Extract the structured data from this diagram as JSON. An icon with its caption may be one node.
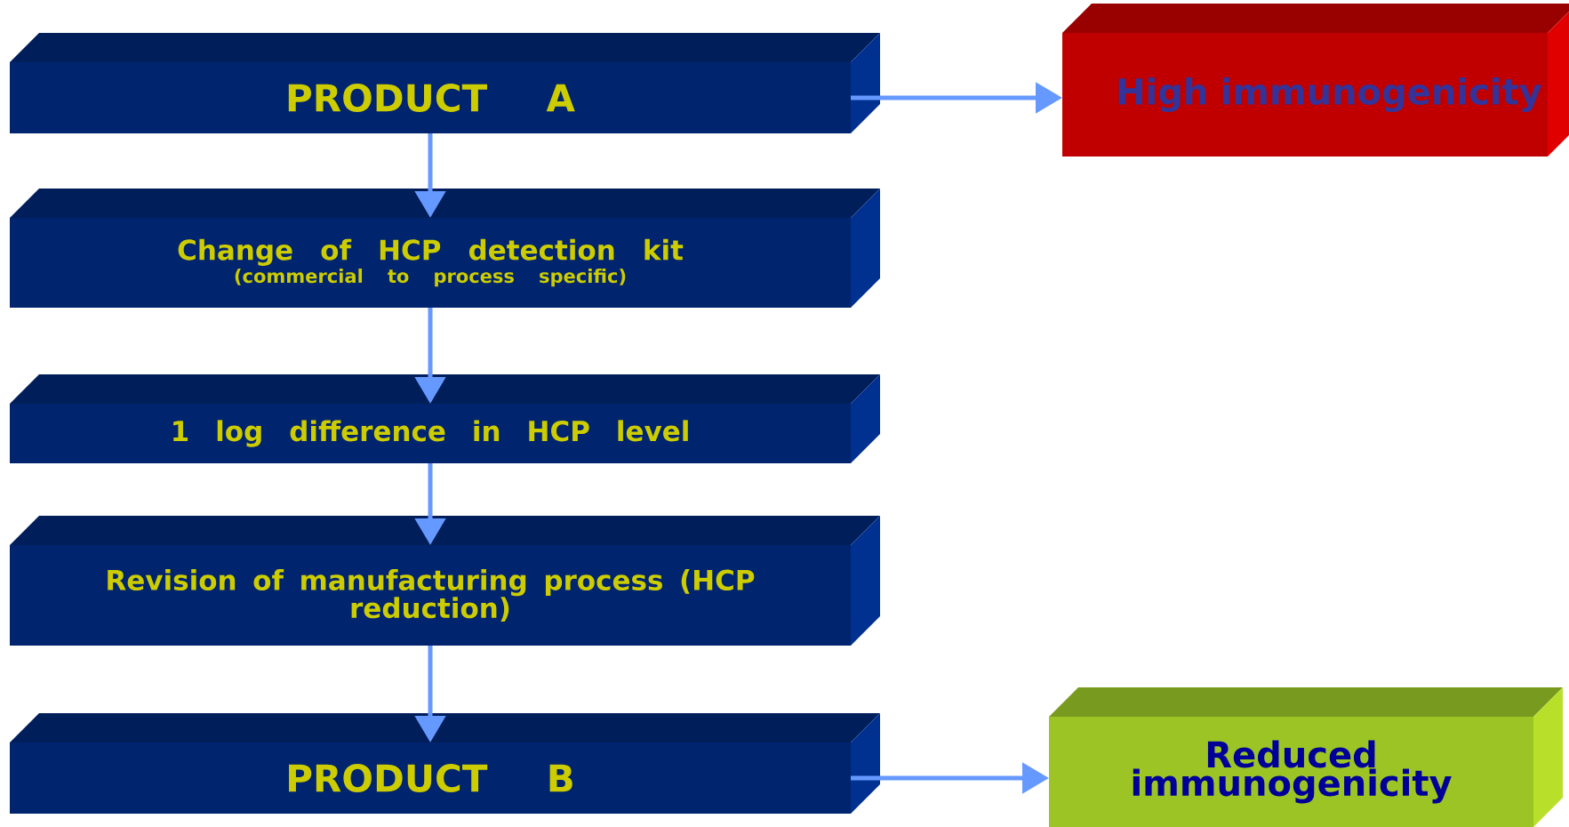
{
  "diagram": {
    "nodes": [
      {
        "text": [
          "PRODUCT A"
        ]
      },
      {
        "text": [
          "High immunogenicity"
        ]
      },
      {
        "text": [
          "Change of HCP detection kit",
          "(commercial to process specific)"
        ]
      },
      {
        "text": [
          "1 log difference in HCP level"
        ]
      },
      {
        "text": [
          "Revision of manufacturing process (HCP reduction)"
        ]
      },
      {
        "text": [
          "PRODUCT B"
        ]
      },
      {
        "text": [
          "Reduced immunogenicity"
        ]
      }
    ],
    "edges": [
      {
        "from": 0,
        "to": 2,
        "arrow": "to"
      },
      {
        "from": 2,
        "to": 3,
        "arrow": "to"
      },
      {
        "from": 3,
        "to": 4,
        "arrow": "to"
      },
      {
        "from": 4,
        "to": 5,
        "arrow": "to"
      },
      {
        "from": 0,
        "to": 1,
        "arrow": "to"
      },
      {
        "from": 5,
        "to": 6,
        "arrow": "to"
      }
    ]
  }
}
